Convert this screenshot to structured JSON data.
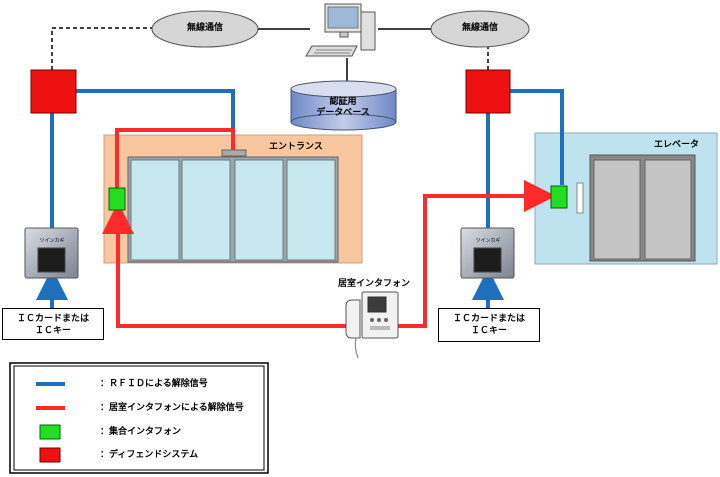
{
  "labels": {
    "wireless_left": "無線通信",
    "wireless_right": "無線通信",
    "database": [
      "認証用",
      "データベース"
    ],
    "entrance": "エントランス",
    "elevator": "エレベータ",
    "intercom": "居室インタフォン",
    "card_left": [
      "ＩＣカードまたは",
      "ＩＣキー"
    ],
    "card_right": [
      "ＩＣカードまたは",
      "ＩＣキー"
    ],
    "reader_brand": "ツインカギ"
  },
  "legend": [
    {
      "label": "：ＲＦＩＤによる解除信号",
      "swatch": "line",
      "color": "#1f6fbf"
    },
    {
      "label": "：居室インタフォンによる解除信号",
      "swatch": "line",
      "color": "#ff2a2a"
    },
    {
      "label": "：集合インタフォン",
      "swatch": "box",
      "color": "#22dd22"
    },
    {
      "label": "：ディフェンドシステム",
      "swatch": "box",
      "color": "#ee1111"
    }
  ],
  "colors": {
    "rfid": "#1f6fbf",
    "intercom_signal": "#ff2a2a",
    "collective_intercom": "#22dd22",
    "defend_system": "#ee1111",
    "entrance_bg": "#f8c7a0",
    "elevator_bg": "#bfe3ee",
    "glass": "#c8e8ef",
    "cloud": "#d6d6d6"
  },
  "icons": [
    "computer-icon",
    "database-icon",
    "card-reader-icon",
    "intercom-phone-icon",
    "arrow-up-icon"
  ]
}
